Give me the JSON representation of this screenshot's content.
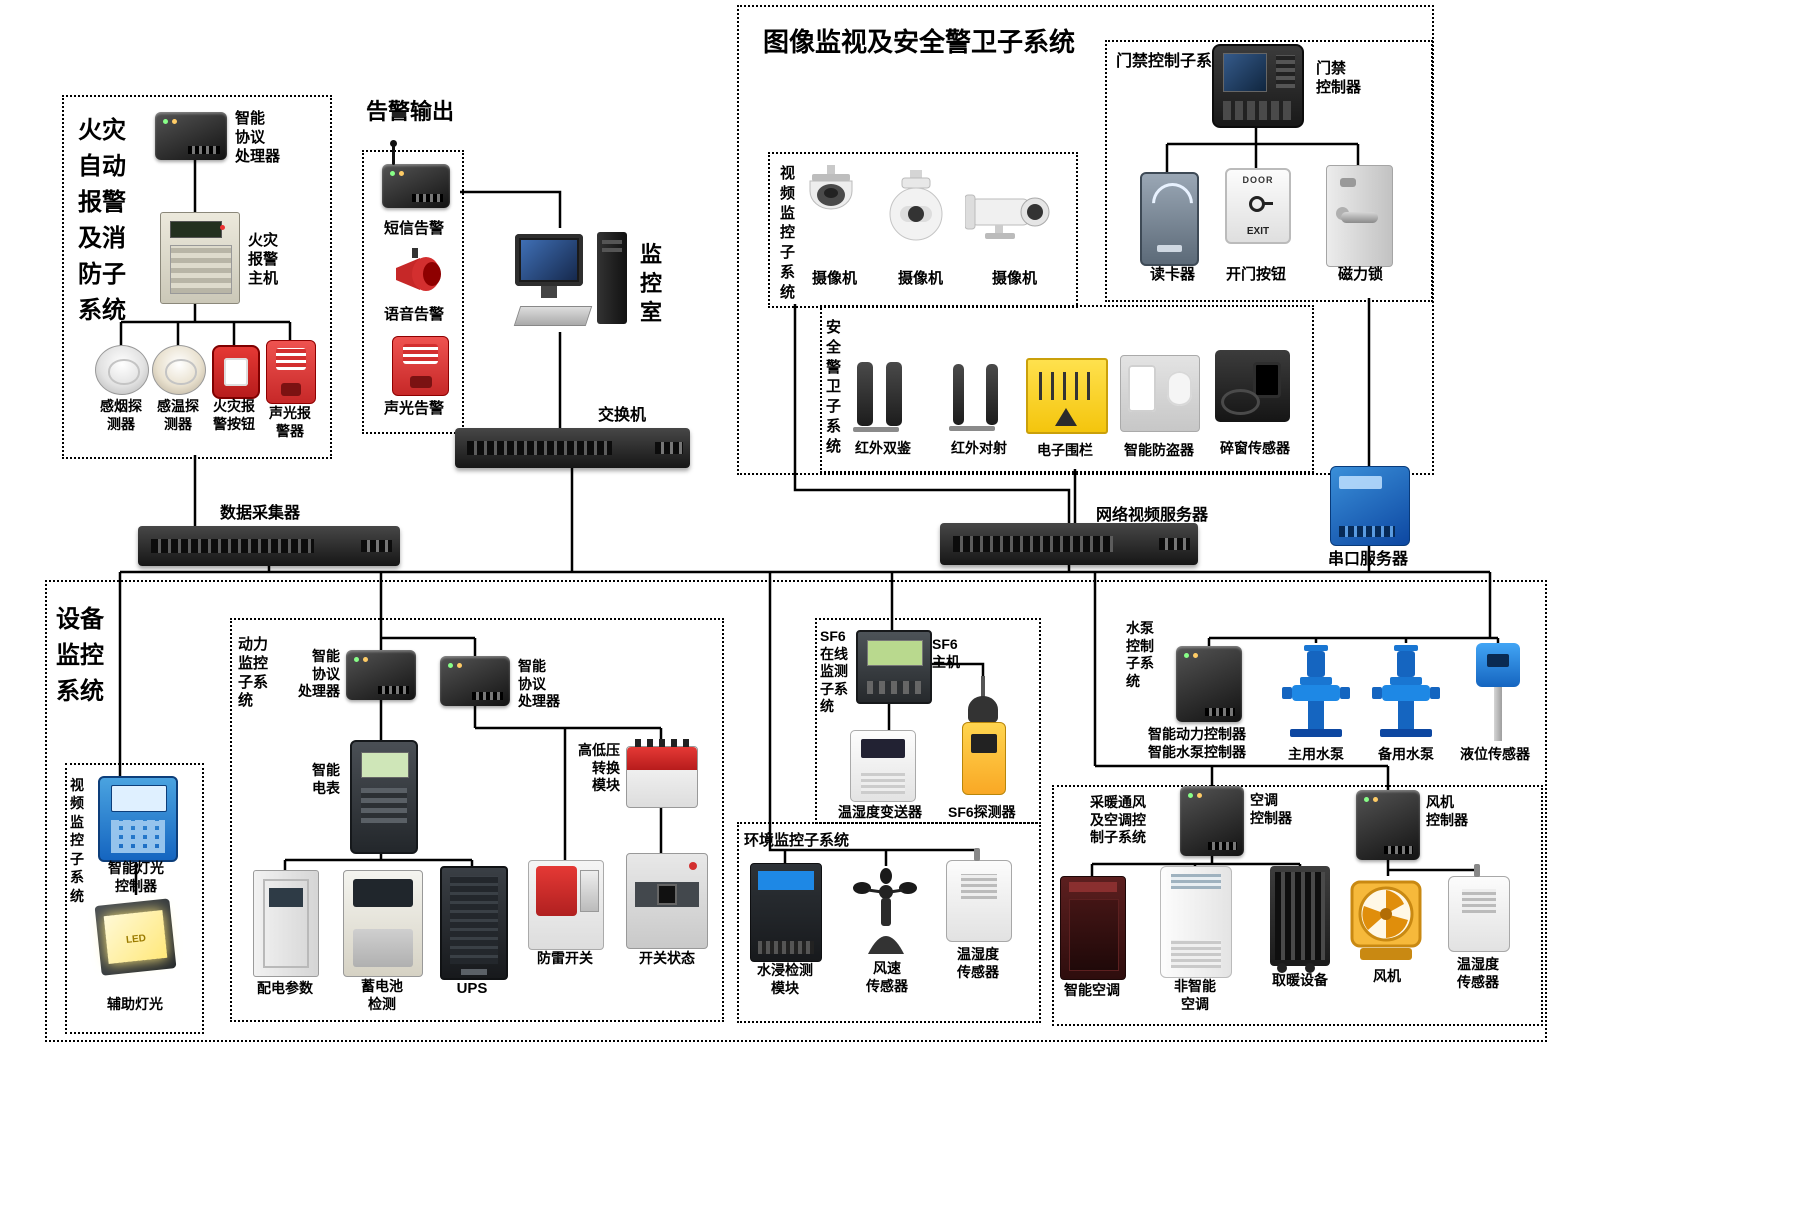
{
  "fire": {
    "title": "火灾\n自动\n报警\n及消\n防子\n系统",
    "processor": "智能\n协议\n处理器",
    "host": "火灾\n报警\n主机",
    "smoke": "感烟探\n测器",
    "temp": "感温探\n测器",
    "button": "火灾报\n警按钮",
    "sounder": "声光报\n警器"
  },
  "alarm_out": {
    "title": "告警输出",
    "sms": "短信告警",
    "voice": "语音告警",
    "sound_light": "声光告警"
  },
  "monitor_room": "监\n控\n室",
  "switch_top": "交换机",
  "surveillance": {
    "title": "图像监视及安全警卫子系统",
    "video": {
      "title": "视\n频\n监\n控\n子\n系\n统",
      "cam1": "摄像机",
      "cam2": "摄像机",
      "cam3": "摄像机"
    },
    "access": {
      "title": "门禁控制子系统",
      "controller": "门禁\n控制器",
      "reader": "读卡器",
      "open_button": "开门按钮",
      "lock": "磁力锁",
      "door_word": "DOOR",
      "exit_word": "EXIT"
    },
    "guard": {
      "title": "安\n全\n警\n卫\n子\n系\n统",
      "ir_dual": "红外双鉴",
      "ir_beam": "红外对射",
      "fence": "电子围栏",
      "burglar": "智能防盗器",
      "window_sensor": "碎窗传感器"
    }
  },
  "collector": "数据采集器",
  "nvs": "网络视频服务器",
  "serial": "串口服务器",
  "equipment": {
    "title": "设备\n监控\n系统",
    "video2": {
      "title": "视\n频\n监\n控\n子\n系\n统",
      "light_ctrl": "智能灯光\n控制器",
      "aux_light": "辅助灯光",
      "led_word": "LED"
    },
    "power": {
      "title": "动力\n监控\n子系\n统",
      "proc1": "智能\n协议\n处理器",
      "proc2": "智能\n协议\n处理器",
      "meter": "智能\n电表",
      "hv": "高低压\n转换\n模块",
      "dist": "配电参数",
      "battery": "蓄电池\n检测",
      "ups": "UPS",
      "arrester": "防雷开关",
      "breaker": "开关状态"
    },
    "sf6": {
      "title": "SF6\n在线\n监测\n子系\n统",
      "host": "SF6\n主机",
      "transmitter": "温湿度变送器",
      "detector": "SF6探测器"
    },
    "env": {
      "title": "环境监控子系统",
      "water": "水浸检测\n模块",
      "wind": "风速\n传感器",
      "th": "温湿度\n传感器"
    },
    "pump": {
      "title": "水泵\n控制\n子系\n统",
      "controller": "智能动力控制器\n智能水泵控制器",
      "main": "主用水泵",
      "backup": "备用水泵",
      "level": "液位传感器"
    },
    "hvac": {
      "title": "采暖通风\n及空调控\n制子系统",
      "ac_ctrl": "空调\n控制器",
      "fan_ctrl": "风机\n控制器",
      "smart_ac": "智能空调",
      "plain_ac": "非智能\n空调",
      "heater": "取暖设备",
      "fan": "风机",
      "th": "温湿度\n传感器"
    }
  }
}
